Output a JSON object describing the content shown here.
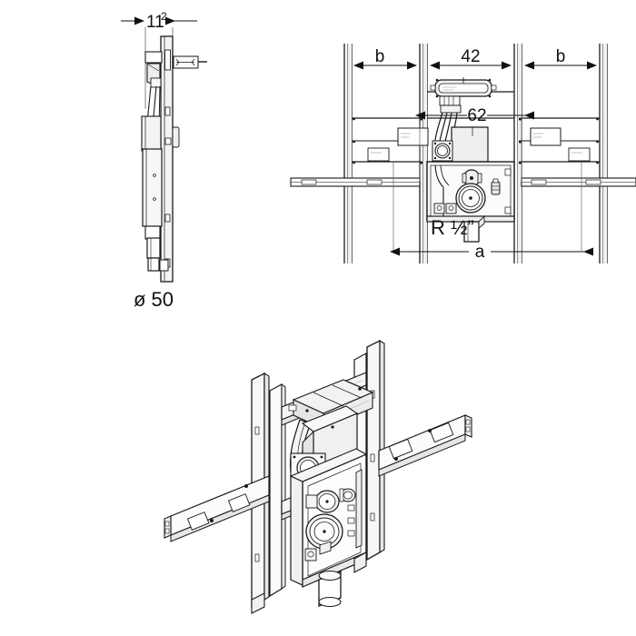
{
  "drawing": {
    "type": "technical-installation-drawing",
    "subject": "concealed cistern sanitary frame module",
    "background_color": "#ffffff",
    "line_color": "#1a1a1a",
    "dim_line_color": "#555555",
    "fill_light": "#f2f2f2",
    "fill_mid": "#e2e2e2",
    "fill_dark": "#cccccc"
  },
  "views": {
    "side_elevation": {
      "name": "side-elevation-view",
      "top_dimension": {
        "value": "11",
        "exponent": "2"
      },
      "bottom_label": "ø 50"
    },
    "front_elevation": {
      "name": "front-elevation-view",
      "dimensions": {
        "left_b": "b",
        "center_42": "42",
        "right_b": "b",
        "inner_62": "62",
        "overall_a": "a"
      },
      "connection_label": "R ½”"
    },
    "isometric": {
      "name": "isometric-view"
    }
  }
}
